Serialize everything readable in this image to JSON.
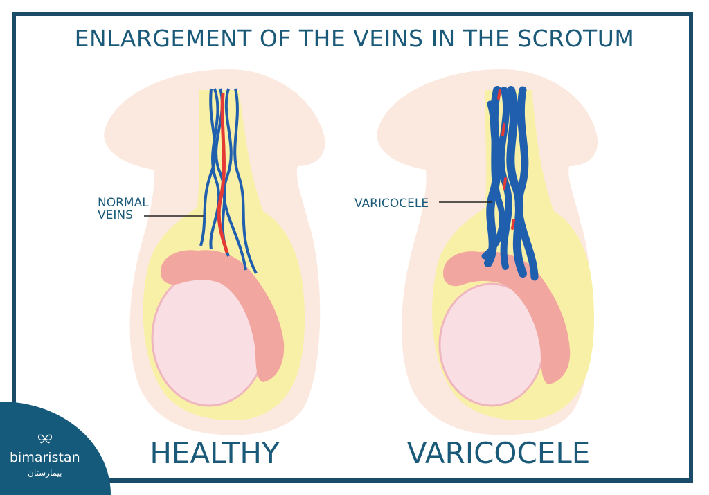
{
  "title": "ENLARGEMENT OF THE VEINS IN THE SCROTUM",
  "panels": {
    "left": {
      "caption": "HEALTHY",
      "label": "NORMAL\nVEINS"
    },
    "right": {
      "caption": "VARICOCELE",
      "label": "VARICOCELE"
    }
  },
  "logo": {
    "name": "bimaristan",
    "arabic": "بيمارستان"
  },
  "colors": {
    "frame": "#1a4c69",
    "text": "#1a5a78",
    "skin": "#fbe9df",
    "fat": "#f8f0a6",
    "epididymis": "#f2a6a0",
    "testis": "#f9dfe3",
    "vein": "#1f5fae",
    "artery": "#e33a35"
  }
}
